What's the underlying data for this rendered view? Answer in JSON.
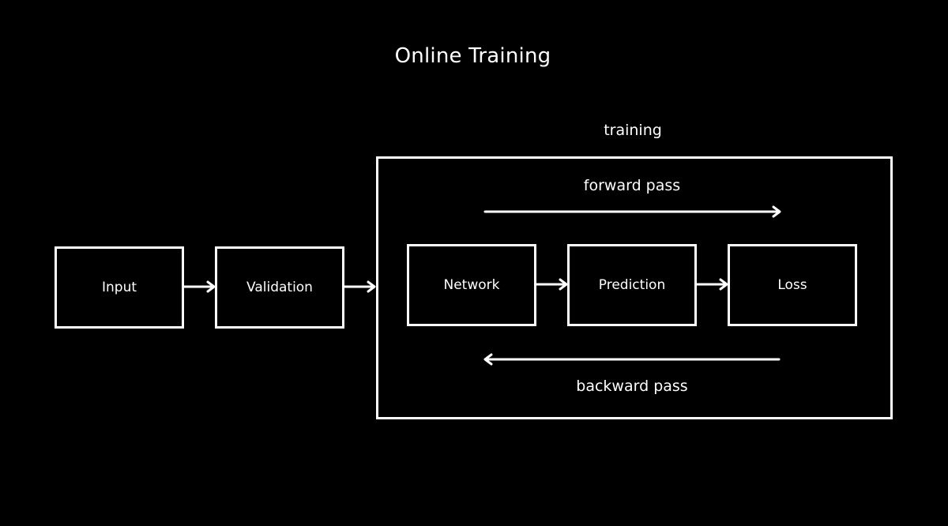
{
  "title": "Online Training",
  "group": {
    "label": "training"
  },
  "nodes": {
    "input": "Input",
    "validation": "Validation",
    "network": "Network",
    "prediction": "Prediction",
    "loss": "Loss"
  },
  "passes": {
    "forward": "forward pass",
    "backward": "backward pass"
  },
  "colors": {
    "background": "#000000",
    "foreground": "#ffffff"
  }
}
